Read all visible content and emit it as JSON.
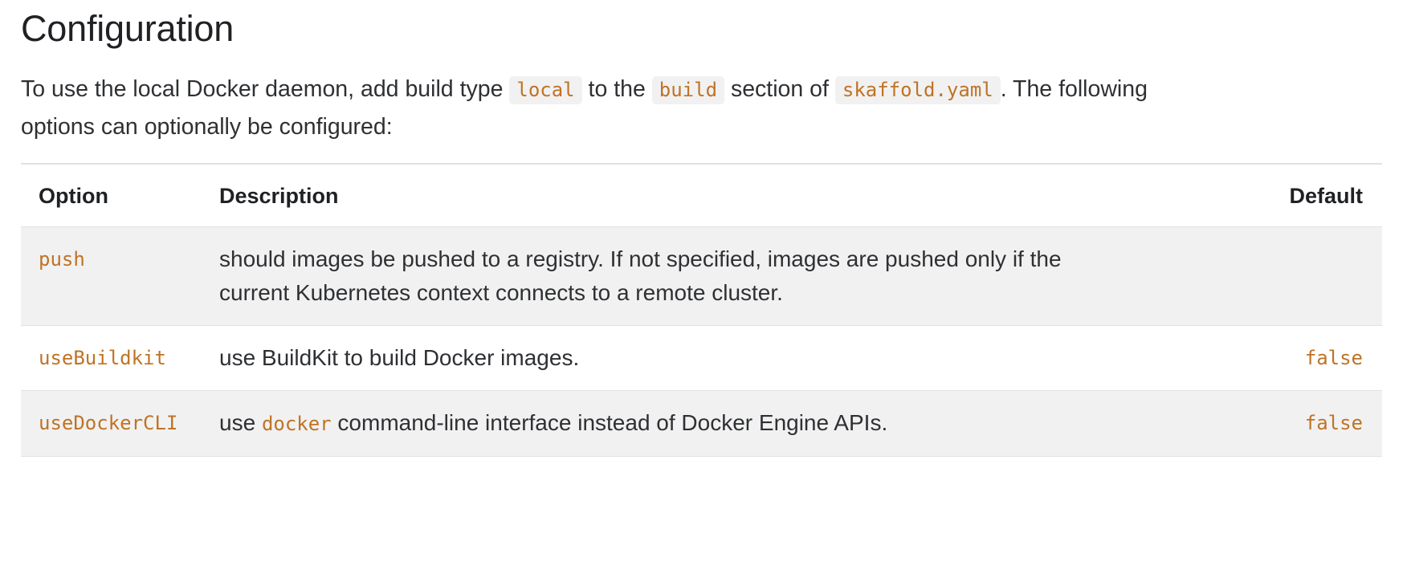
{
  "heading": "Configuration",
  "intro": {
    "part1": "To use the local Docker daemon, add build type",
    "code1": "local",
    "part2": "to the",
    "code2": "build",
    "part3": "section of",
    "code3": "skaffold.yaml",
    "part4": ". The following options can optionally be configured:"
  },
  "table": {
    "headers": {
      "option": "Option",
      "description": "Description",
      "default": "Default"
    },
    "rows": [
      {
        "option": "push",
        "description": "should images be pushed to a registry. If not specified, images are pushed only if the current Kubernetes context connects to a remote cluster.",
        "default": "",
        "striped": true
      },
      {
        "option": "useBuildkit",
        "description": "use BuildKit to build Docker images.",
        "default": "false",
        "striped": false
      },
      {
        "option": "useDockerCLI",
        "description_before": "use",
        "description_code": "docker",
        "description_after": "command-line interface instead of Docker Engine APIs.",
        "description": "use docker command-line interface instead of Docker Engine APIs.",
        "default": "false",
        "striped": true
      }
    ]
  },
  "colors": {
    "code_text": "#bf7325",
    "code_bg": "#f1f1f1",
    "row_stripe": "#f1f1f1",
    "border": "#dfe2e5",
    "body_text": "#2e3033"
  }
}
